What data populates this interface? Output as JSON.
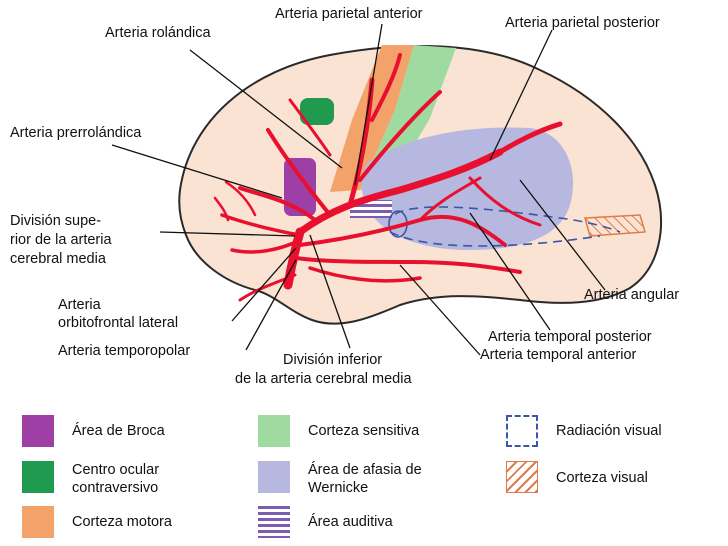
{
  "labels": {
    "parietal_anterior": "Arteria parietal anterior",
    "parietal_posterior": "Arteria parietal posterior",
    "rolandica": "Arteria rolándica",
    "prerrolandica": "Arteria prerrolándica",
    "division_superior_l1": "División supe-",
    "division_superior_l2": "rior de la arteria",
    "division_superior_l3": "cerebral media",
    "orbitofrontal_l1": "Arteria",
    "orbitofrontal_l2": "orbitofrontal lateral",
    "temporopolar": "Arteria temporopolar",
    "division_inferior_l1": "División inferior",
    "division_inferior_l2": "de la arteria cerebral media",
    "angular": "Arteria angular",
    "temporal_posterior": "Arteria temporal posterior",
    "temporal_anterior": "Arteria temporal anterior"
  },
  "legend": {
    "broca": "Área de Broca",
    "ocular_l1": "Centro ocular",
    "ocular_l2": "contraversivo",
    "motora": "Corteza motora",
    "sensitiva": "Corteza sensitiva",
    "wernicke_l1": "Área de afasia de",
    "wernicke_l2": "Wernicke",
    "auditiva": "Área auditiva",
    "radiacion": "Radiación visual",
    "visual": "Corteza visual"
  },
  "colors": {
    "brain": "#fbe3d3",
    "artery": "#e8102e",
    "broca": "#9e3fa6",
    "ocular": "#1f9a4f",
    "motora": "#f3a36a",
    "sensitiva": "#9fdba0",
    "wernicke": "#b6b8e0",
    "auditiva": "#7c5bb0",
    "radiacion": "#3a56a6",
    "visual": "#e07a4a"
  }
}
